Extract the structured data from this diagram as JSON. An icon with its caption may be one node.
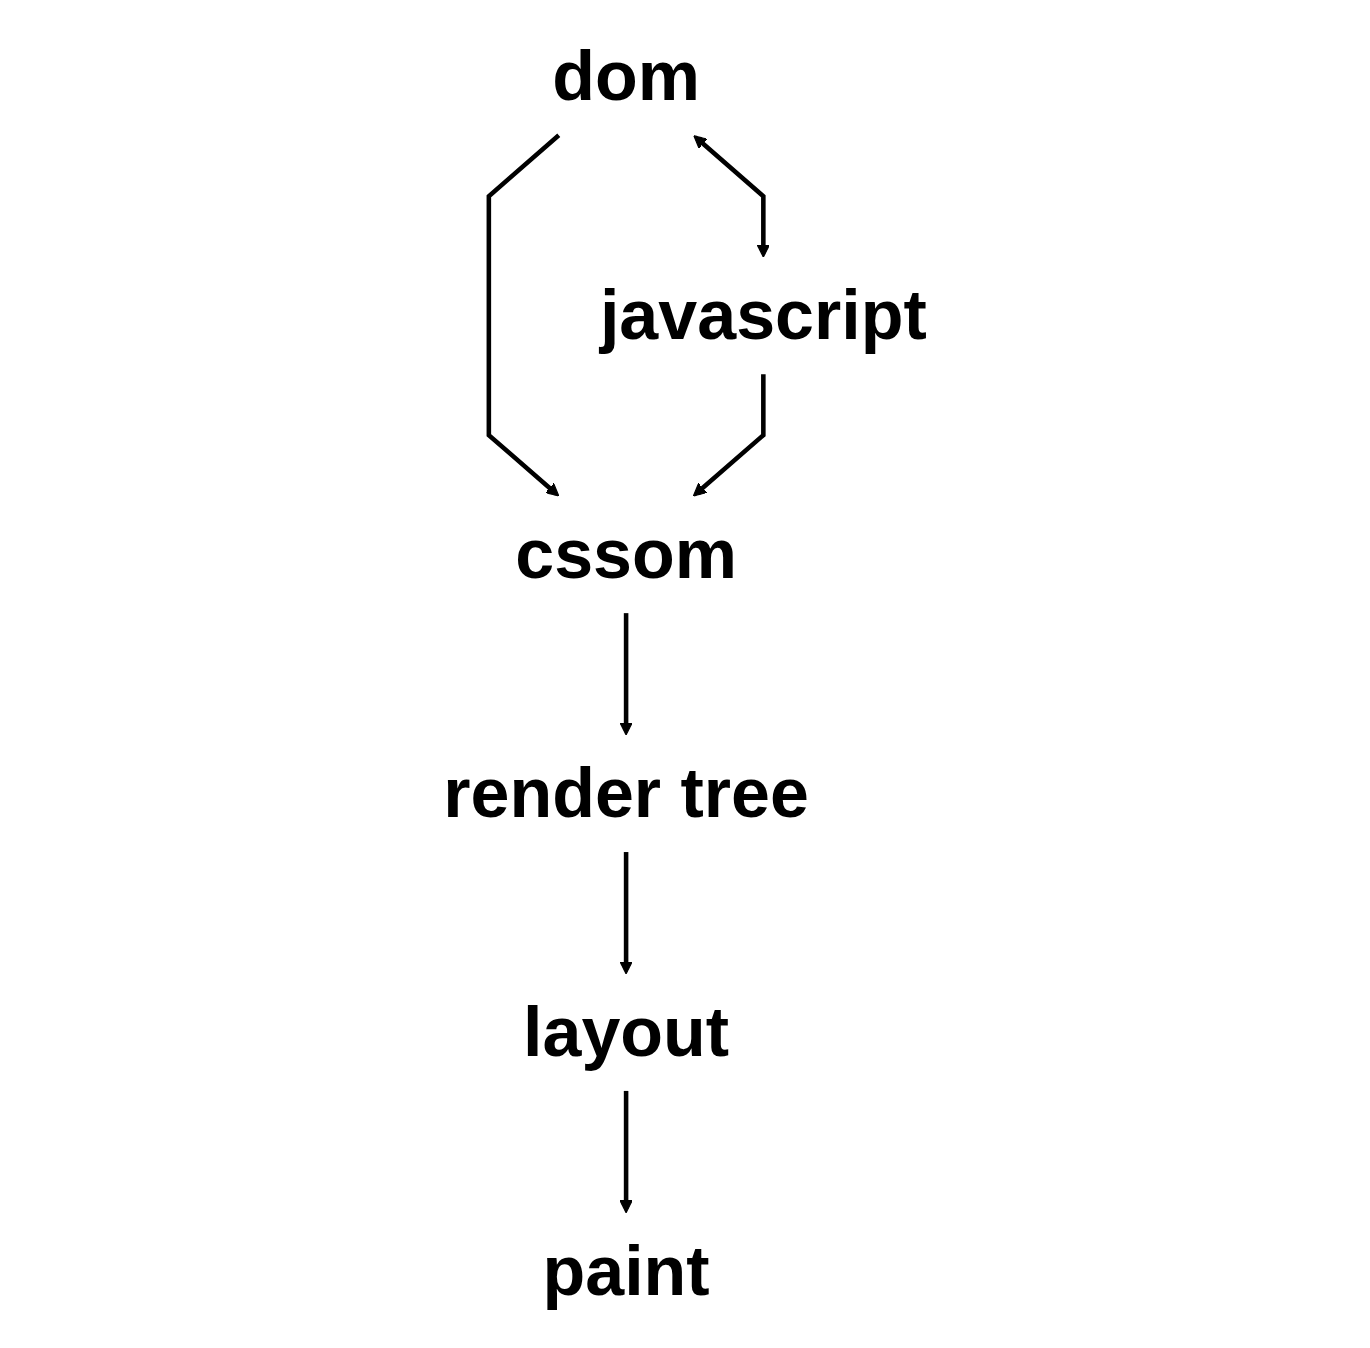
{
  "diagram": {
    "nodes": [
      {
        "text": [
          "dom"
        ]
      },
      {
        "text": [
          "javascript"
        ]
      },
      {
        "text": [
          "cssom"
        ]
      },
      {
        "text": [
          "render tree"
        ]
      },
      {
        "text": [
          "layout"
        ]
      },
      {
        "text": [
          "paint"
        ]
      }
    ],
    "edges": [
      {
        "from": 0,
        "to": 2,
        "arrow": "to"
      },
      {
        "from": 0,
        "to": 1,
        "arrow": "both"
      },
      {
        "from": 1,
        "to": 2,
        "arrow": "to"
      },
      {
        "from": 2,
        "to": 3,
        "arrow": "to"
      },
      {
        "from": 3,
        "to": 4,
        "arrow": "to"
      },
      {
        "from": 4,
        "to": 5,
        "arrow": "to"
      }
    ]
  }
}
